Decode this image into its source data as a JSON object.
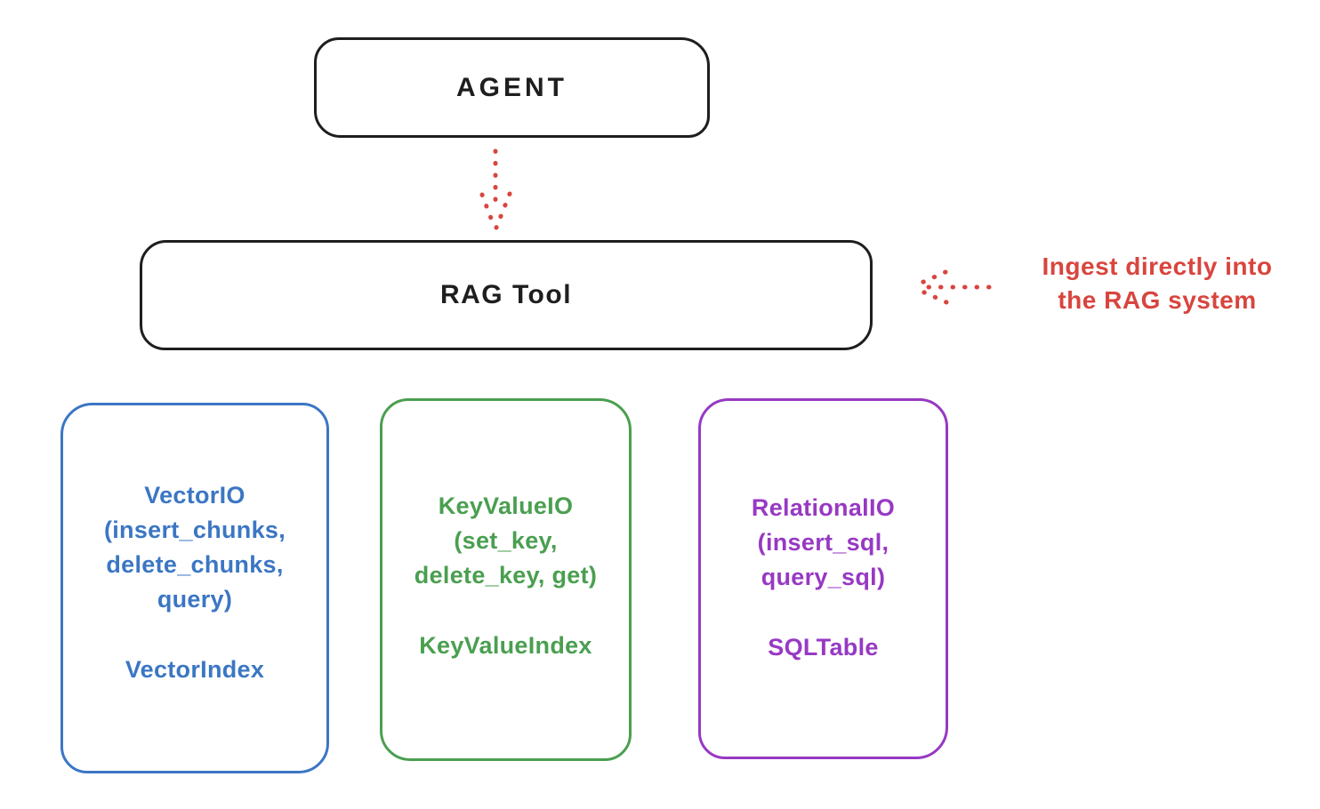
{
  "diagram": {
    "background": "#ffffff",
    "ink_color": "#1e1e1e",
    "accent_red": "#d8453e",
    "agent": {
      "label": "AGENT"
    },
    "rag_tool": {
      "label": "RAG Tool"
    },
    "annotation": {
      "lines": [
        "Ingest directly into",
        "the RAG system"
      ],
      "color": "#d8453e"
    },
    "arrows": [
      {
        "name": "agent-to-rag-tool",
        "style": "dotted",
        "direction": "down",
        "color": "#d8453e"
      },
      {
        "name": "annotation-to-rag-tool",
        "style": "dotted",
        "direction": "left",
        "color": "#d8453e"
      }
    ],
    "providers": [
      {
        "lines": [
          "VectorIO",
          "(insert_chunks,",
          "delete_chunks,",
          "query)"
        ],
        "index_label": "VectorIndex",
        "color": "#3b76c4"
      },
      {
        "lines": [
          "KeyValueIO",
          "(set_key,",
          "delete_key, get)"
        ],
        "index_label": "KeyValueIndex",
        "color": "#4a9f50"
      },
      {
        "lines": [
          "RelationalIO",
          "(insert_sql,",
          "query_sql)"
        ],
        "index_label": "SQLTable",
        "color": "#9739c3"
      }
    ]
  }
}
